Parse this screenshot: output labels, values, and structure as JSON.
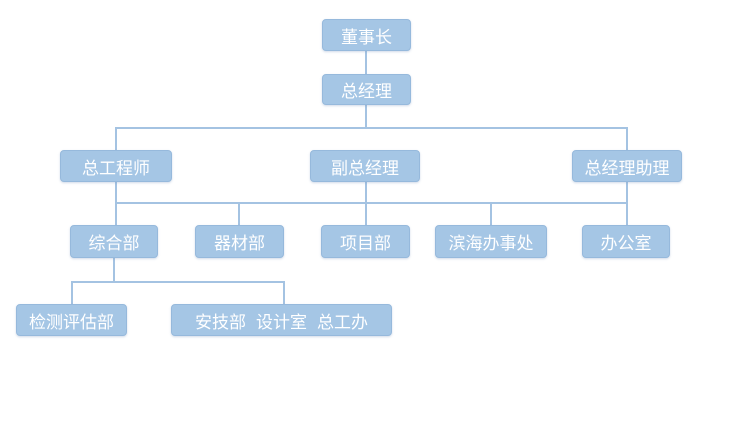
{
  "org": {
    "chairman": "董事长",
    "gm": "总经理",
    "chief_engineer": "总工程师",
    "deputy_gm": "副总经理",
    "gm_assistant": "总经理助理",
    "general_dept": "综合部",
    "equipment_dept": "器材部",
    "project_dept": "项目部",
    "binhai_office": "滨海办事处",
    "office": "办公室",
    "testing_dept": "检测评估部",
    "security_dept": "安技部",
    "design_room": "设计室",
    "chief_eng_office": "总工办"
  },
  "colors": {
    "node_fill": "#a5c6e5",
    "node_border": "#96b9dc",
    "connector": "#a4c3e2",
    "text": "#ffffff"
  }
}
